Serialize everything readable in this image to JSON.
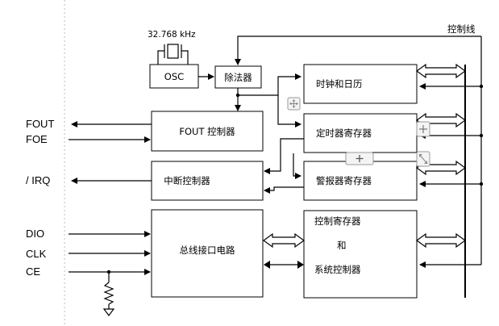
{
  "title": "",
  "pins": {
    "fout": "FOUT",
    "foe": "FOE",
    "irq": "/ IRQ",
    "dio": "DIO",
    "clk": "CLK",
    "ce": "CE"
  },
  "crystal_freq": "32.768 kHz",
  "control_line": "控制线",
  "blocks": {
    "osc": "OSC",
    "divider": "除法器",
    "fout_ctrl": "FOUT 控制器",
    "int_ctrl": "中断控制器",
    "bus_if": "总线接口电路",
    "clock_cal": "时钟和日历",
    "timer_reg": "定时器寄存器",
    "alarm_reg": "警报器寄存器",
    "ctrl_reg_line1": "控制寄存器",
    "ctrl_reg_line2": "和",
    "ctrl_reg_line3": "系统控制器"
  },
  "ui_icons": [
    "move-icon",
    "plus-icon",
    "plus-icon",
    "resize-icon"
  ]
}
